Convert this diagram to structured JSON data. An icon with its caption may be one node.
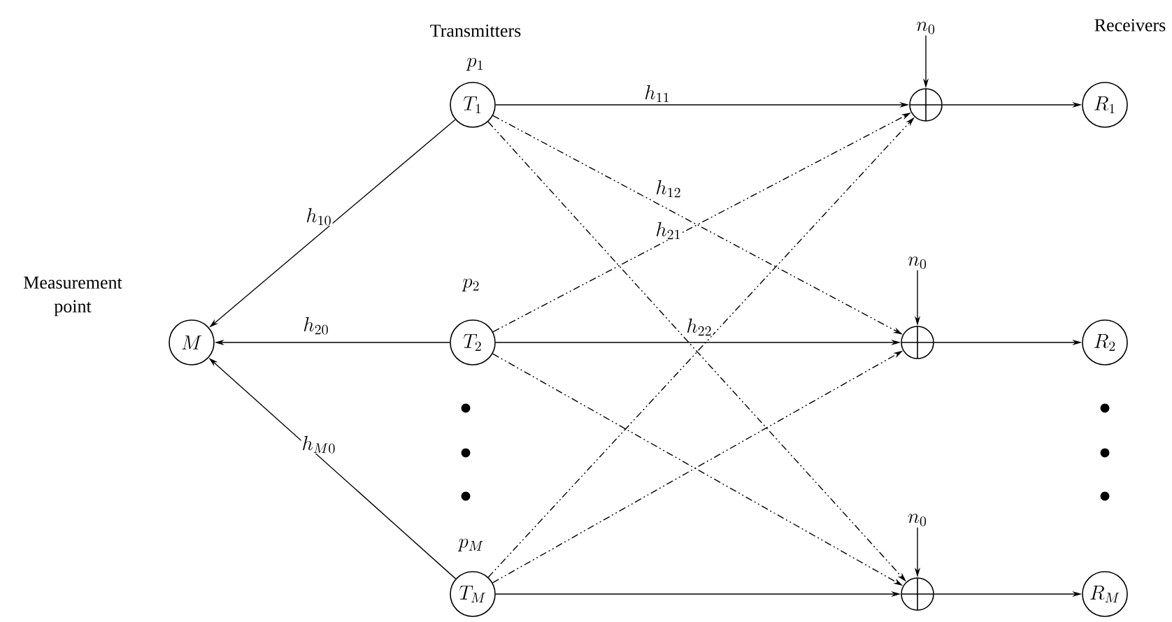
{
  "diagram": {
    "nodes": [
      {
        "text": [
          "M"
        ],
        "beside": [
          "Measurement point"
        ]
      },
      {
        "text": [
          "T_1"
        ],
        "beside": [
          "p_1"
        ]
      },
      {
        "text": [
          "T_2"
        ],
        "beside": [
          "p_2"
        ]
      },
      {
        "text": [
          "T_M"
        ],
        "beside": [
          "p_M"
        ]
      },
      {
        "text": [],
        "shape": "circle"
      },
      {
        "text": [],
        "shape": "circle"
      },
      {
        "text": [],
        "shape": "circle"
      },
      {
        "text": [
          "R_1"
        ]
      },
      {
        "text": [
          "R_2"
        ]
      },
      {
        "text": [
          "R_M"
        ]
      },
      {
        "text": [
          "n_0"
        ]
      },
      {
        "text": [
          "n_0"
        ]
      },
      {
        "text": [
          "n_0"
        ]
      }
    ],
    "edges": [
      {
        "from": 1,
        "to": 0,
        "arrow": "to",
        "label": "h_{10}"
      },
      {
        "from": 2,
        "to": 0,
        "arrow": "to",
        "label": "h_{20}"
      },
      {
        "from": 3,
        "to": 0,
        "arrow": "to",
        "label": "h_{M0}"
      },
      {
        "from": 1,
        "to": 4,
        "arrow": "to",
        "label": "h_{11}"
      },
      {
        "from": 1,
        "to": 5,
        "arrow": "to",
        "label": "h_{12}",
        "style": "dashed"
      },
      {
        "from": 1,
        "to": 6,
        "arrow": "to",
        "style": "dashed"
      },
      {
        "from": 2,
        "to": 4,
        "arrow": "to",
        "label": "h_{21}",
        "style": "dashed"
      },
      {
        "from": 2,
        "to": 5,
        "arrow": "to",
        "label": "h_{22}"
      },
      {
        "from": 2,
        "to": 6,
        "arrow": "to",
        "style": "dashed"
      },
      {
        "from": 3,
        "to": 4,
        "arrow": "to",
        "style": "dashed"
      },
      {
        "from": 3,
        "to": 5,
        "arrow": "to",
        "style": "dashed"
      },
      {
        "from": 3,
        "to": 6,
        "arrow": "to"
      },
      {
        "from": 4,
        "to": 7,
        "arrow": "to"
      },
      {
        "from": 5,
        "to": 8,
        "arrow": "to"
      },
      {
        "from": 6,
        "to": 9,
        "arrow": "to"
      },
      {
        "from": 10,
        "to": 4,
        "arrow": "to"
      },
      {
        "from": 11,
        "to": 5,
        "arrow": "to"
      },
      {
        "from": 12,
        "to": 6,
        "arrow": "to"
      }
    ],
    "labels": [
      "Transmitters",
      "Receivers"
    ]
  }
}
